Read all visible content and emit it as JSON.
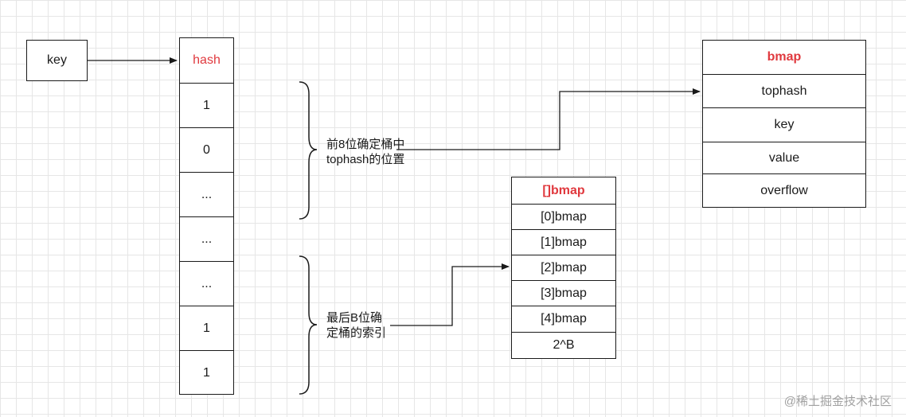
{
  "key_box": {
    "label": "key"
  },
  "hash_column": {
    "header": "hash",
    "cells": [
      "1",
      "0",
      "...",
      "...",
      "...",
      "1",
      "1"
    ]
  },
  "brace_labels": {
    "top": {
      "line1": "前8位确定桶中",
      "line2": "tophash的位置"
    },
    "bottom": {
      "line1": "最后B位确",
      "line2": "定桶的索引"
    }
  },
  "bmap_struct": {
    "header": "bmap",
    "fields": [
      "tophash",
      "key",
      "value",
      "overflow"
    ]
  },
  "bmap_array": {
    "header": "[]bmap",
    "rows": [
      "[0]bmap",
      "[1]bmap",
      "[2]bmap",
      "[3]bmap",
      "[4]bmap",
      "2^B"
    ]
  },
  "watermark": "@稀土掘金技术社区",
  "colors": {
    "accent_red": "#e0393e",
    "line": "#1a1a1a",
    "grid": "#e6e6e6"
  }
}
